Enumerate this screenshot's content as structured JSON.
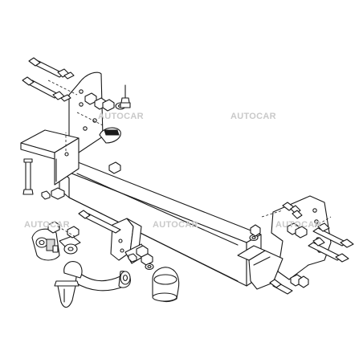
{
  "watermarks": [
    "AUTOCAR",
    "AUTOCAR",
    "AUTOCAR",
    "AUTOCAR",
    "AUTOCAR"
  ],
  "colors": {
    "line": "#1a1a1a",
    "background": "#ffffff",
    "watermark": "#c9c9c9"
  },
  "icons": [
    "bolt-icon",
    "nut-icon",
    "washer-icon",
    "tow-ball-icon",
    "ball-cover-icon",
    "socket-plate-icon"
  ]
}
